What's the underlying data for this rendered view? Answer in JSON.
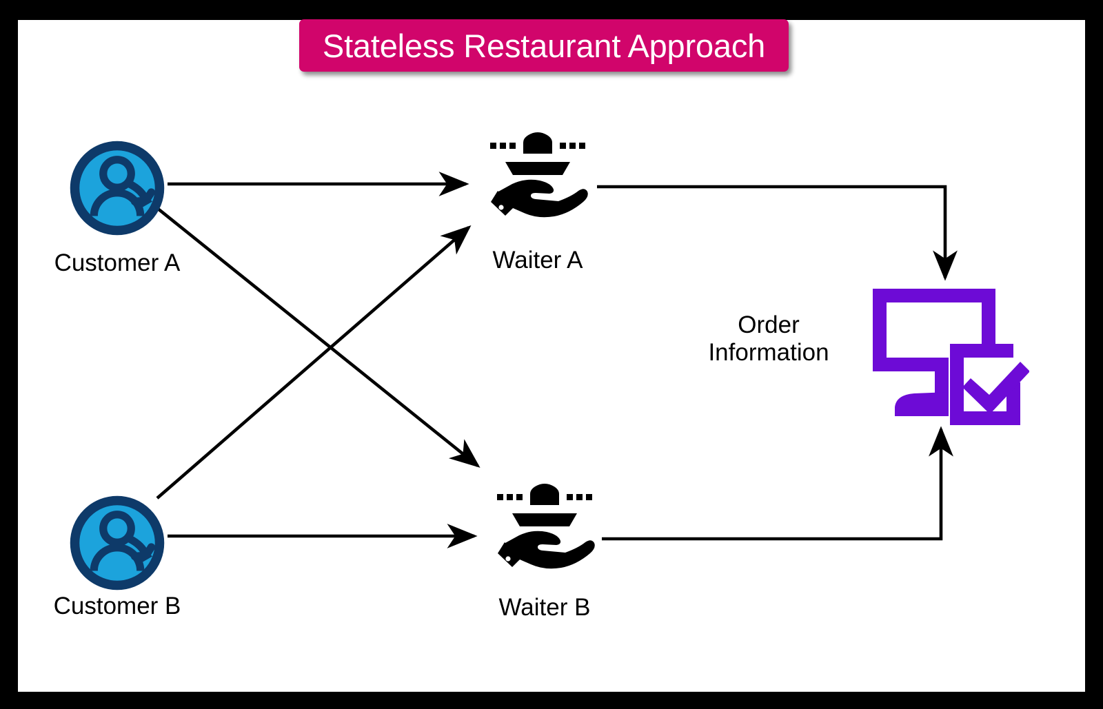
{
  "frame": {
    "border_color": "#000000",
    "canvas_color": "#ffffff"
  },
  "title": {
    "text": "Stateless Restaurant Approach",
    "banner_color": "#d1056b",
    "text_color": "#ffffff"
  },
  "palette": {
    "customer_ring": "#0e3a69",
    "customer_fill": "#1ca3dc",
    "customer_person": "#ffffff",
    "waiter_icon": "#000000",
    "order_icon": "#6d0bd6",
    "arrow": "#000000",
    "label_text": "#000000"
  },
  "nodes": {
    "customer_a": {
      "label": "Customer A",
      "icon": "user-circle-icon"
    },
    "customer_b": {
      "label": "Customer B",
      "icon": "user-circle-icon"
    },
    "waiter_a": {
      "label": "Waiter A",
      "icon": "waiter-tray-hand-icon"
    },
    "waiter_b": {
      "label": "Waiter B",
      "icon": "waiter-tray-hand-icon"
    },
    "order_info": {
      "label_line1": "Order",
      "label_line2": "Information",
      "icon": "monitor-checkmark-icon"
    }
  },
  "connections": [
    {
      "id": "customer-a-to-waiter-a",
      "from": "Customer A",
      "to": "Waiter A",
      "style": "straight-arrow"
    },
    {
      "id": "customer-a-to-waiter-b",
      "from": "Customer A",
      "to": "Waiter B",
      "style": "diagonal-arrow"
    },
    {
      "id": "customer-b-to-waiter-a",
      "from": "Customer B",
      "to": "Waiter A",
      "style": "diagonal-arrow"
    },
    {
      "id": "customer-b-to-waiter-b",
      "from": "Customer B",
      "to": "Waiter B",
      "style": "straight-arrow"
    },
    {
      "id": "waiter-a-to-order-info",
      "from": "Waiter A",
      "to": "Order Information",
      "style": "elbow-arrow-down"
    },
    {
      "id": "waiter-b-to-order-info",
      "from": "Waiter B",
      "to": "Order Information",
      "style": "elbow-arrow-up"
    }
  ]
}
